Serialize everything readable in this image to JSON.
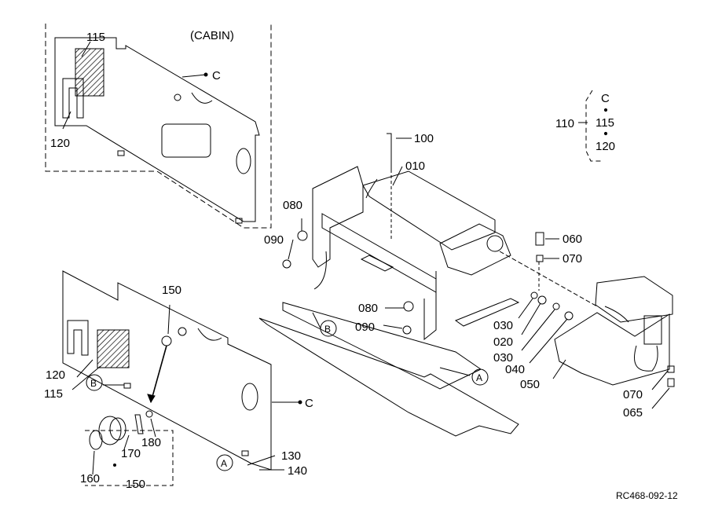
{
  "cabin_label": "(CABIN)",
  "drawing_code": "RC468-092-12",
  "group_key": {
    "number": "110",
    "items": [
      "C",
      "115",
      "120"
    ]
  },
  "refs": {
    "A": "A",
    "B": "B",
    "C": "C"
  },
  "parts": {
    "p010": "010",
    "p020": "020",
    "p030": "030",
    "p040": "040",
    "p050": "050",
    "p060": "060",
    "p065": "065",
    "p070": "070",
    "p080": "080",
    "p090": "090",
    "p100": "100",
    "p115": "115",
    "p120": "120",
    "p130": "130",
    "p140": "140",
    "p150": "150",
    "p160": "160",
    "p170": "170",
    "p180": "180"
  }
}
